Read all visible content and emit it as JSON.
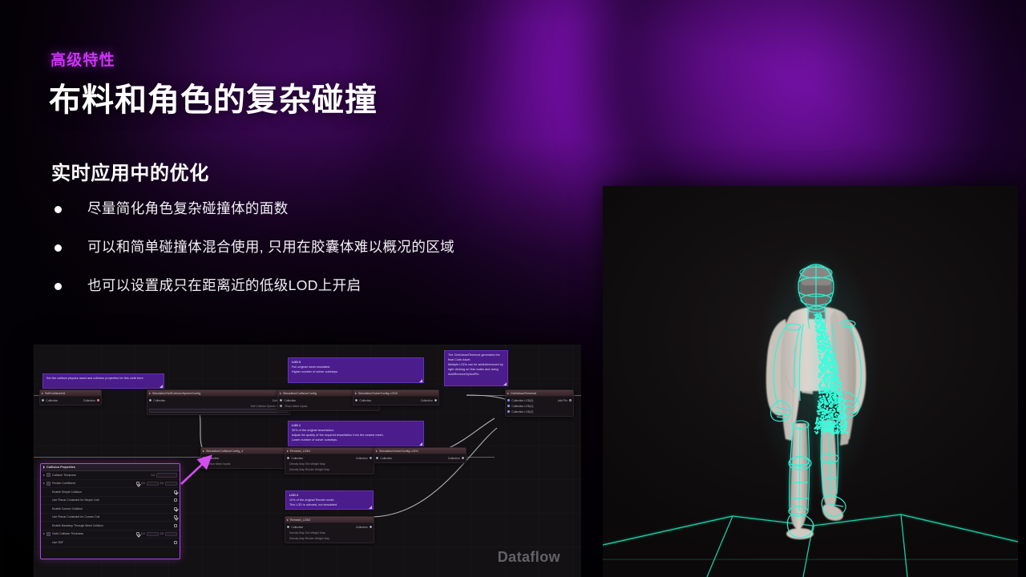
{
  "slide": {
    "eyebrow": "高级特性",
    "headline": "布料和角色的复杂碰撞",
    "subhead": "实时应用中的优化",
    "bullets": [
      "尽量简化角色复杂碰撞体的面数",
      "可以和简单碰撞体混合使用, 只用在胶囊体难以概况的区域",
      "也可以设置成只在距离近的低级LOD上开启"
    ],
    "accent_color": "#cc35f5",
    "text_color": "#ffffff"
  },
  "graph": {
    "watermark": "Dataflow",
    "comments": [
      {
        "id": "cmt-cloth-setup",
        "title": "",
        "text": "Set the collison physics asset and collision properties for this cloth here."
      },
      {
        "id": "cmt-lod0",
        "title": "LOD 0",
        "text": "Full original mesh simulated.\nHigher number of solver substeps."
      },
      {
        "id": "cmt-lod1",
        "title": "LOD 1",
        "text": "30% of the original tessellation.\nAdjust the quality of the required tessellation from the newest mesh.\nLower number of solver substeps."
      },
      {
        "id": "cmt-lod2",
        "title": "LOD 2",
        "text": "10% of the original Render mesh.\nThis LOD is skinned, not simulated."
      },
      {
        "id": "cmt-terminal",
        "title": "",
        "text": "The ClothAssetTerminal generates the final Cloth Asset.\nMultiple LODs can be added/removed by right clicking on this nodes and doing Add/RemoveOptionPin."
      }
    ],
    "nodes": [
      {
        "id": "node-selfcollision",
        "title": "SelfCollisionInit",
        "pins_in": [
          "Collection"
        ],
        "pins_out": [
          "Collection"
        ],
        "options": []
      },
      {
        "id": "node-sim-selfcollision-config",
        "title": "SimulationSelfCollisionSphereConfig",
        "pins_in": [
          "Collection"
        ],
        "pins_out": [
          "Collection"
        ],
        "options": [
          "Self Collision Sphere Set Name"
        ]
      },
      {
        "id": "node-sim-collision-config",
        "title": "SimulationCollisionConfig",
        "pins_in": [
          "Collection"
        ],
        "pins_out": [
          "Collection"
        ],
        "options": [
          "Show Mesh Inputs"
        ]
      },
      {
        "id": "node-solver-config-lod0",
        "title": "SimulationSolverConfig LOD0",
        "pins_in": [
          "Collection"
        ],
        "pins_out": [
          "Collection"
        ],
        "options": []
      },
      {
        "id": "node-cloth-terminal",
        "title": "ClothAssetTerminal",
        "pins_in": [
          "Collection LOD(0)",
          "Collection LOD(1)",
          "Collection LOD(2)"
        ],
        "pins_out": [],
        "add_pin_label": "Add Pin"
      },
      {
        "id": "node-sim-collision-config-4",
        "title": "SimulationCollisionConfig_4",
        "pins_in": [
          "Collection"
        ],
        "pins_out": [
          "Collection"
        ],
        "options": [
          "Show Mesh Inputs"
        ]
      },
      {
        "id": "node-remesh-lod1",
        "title": "Remesh_LOD1",
        "pins_in": [
          "Collection"
        ],
        "pins_out": [
          "Collection"
        ],
        "options": [
          "Density Map Sim Weight Map",
          "Density Map Render Weight Map"
        ]
      },
      {
        "id": "node-solver-config-lod1",
        "title": "SimulationSolverConfig LOD1",
        "pins_in": [
          "Collection"
        ],
        "pins_out": [
          "Collection"
        ],
        "options": []
      },
      {
        "id": "node-remesh-lod2",
        "title": "Remesh_LOD2",
        "pins_in": [
          "Collection"
        ],
        "pins_out": [
          "Collection"
        ],
        "options": [
          "Density Map Sim Weight Map",
          "Density Map Render Weight Map"
        ]
      }
    ],
    "properties_panel": {
      "title": "Collision Properties",
      "rows": [
        {
          "label": "Collision Thickness",
          "value": "1.0",
          "type": "number"
        },
        {
          "label": "Friction Coefficient",
          "value_min": "0.0",
          "value_max": "0.0",
          "type": "range",
          "checked": true
        },
        {
          "label": "Enable Simple Collision",
          "type": "checkbox",
          "checked": true
        },
        {
          "label": "Use Planar Constraint for Simple Colli",
          "type": "checkbox",
          "checked": false
        },
        {
          "label": "Enable Convex Collision",
          "type": "checkbox",
          "checked": true
        },
        {
          "label": "Use Planar Constraint for Convex Coll",
          "type": "checkbox",
          "checked": true
        },
        {
          "label": "Enable Backstop Through Mesh Collision",
          "type": "checkbox",
          "checked": false
        },
        {
          "label": "Cloth Collision Thickness",
          "value_min": "0.0",
          "value_max": "0.0",
          "type": "range",
          "checked": true
        },
        {
          "label": "Use SDF",
          "type": "checkbox",
          "checked": false
        }
      ]
    },
    "colors": {
      "comment": "#4a1c8c",
      "panel_bg": "#121012",
      "wire": "#cdcdd2",
      "highlight": "#b741e8"
    }
  },
  "viewport": {
    "description": "Character walking with cloth coat and cyan collision wireframe overlay",
    "colors": {
      "wire": "#2ff5d8",
      "cloth": "#d9d5cf",
      "floor_grid": "#19e0b4",
      "background": "#141112"
    }
  }
}
